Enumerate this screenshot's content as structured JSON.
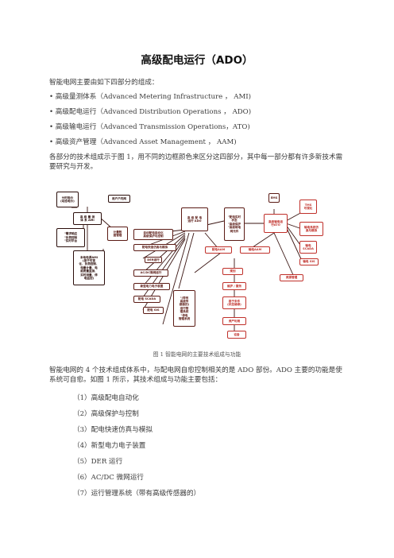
{
  "title": "高级配电运行（ADO）",
  "intro": "智能电网主要由如下四部分的组成：",
  "bullets": [
    "• 高级量测体系（Advanced Metering Infrastructure ， AMI)",
    "• 高级配电运行（Advanced Distribution Operations ， ADO)",
    "• 高级输电运行（Advanced Transmission Operations，ATO)",
    "• 高级资产管理（Advanced Asset Management ， AAM)"
  ],
  "para1": "各部分的技术组成示于图 1，用不同的边框颜色来区分这四部分，其中每一部分都有许多新技术需要研究与开发。",
  "diagram": {
    "boxes": [
      "分时电价\n(动态电价)",
      "用户户内网",
      "高 级 量 测\n体 系 AMI",
      "计量数\n据管理",
      "\"需求响应\n\"负荷控制\n\"实时平台",
      "本地电源AMI\n(基于可视\n化、负荷控制、\n电量计量、电\n能质量监测、\n实时测量、停\n电监控)",
      "高 级 配 电\n运行 ADO",
      "自动配电自动化\n高级保护与控制",
      "配电快速仿真与模拟",
      "DER运行",
      "AC/DC微网运行",
      "新型电力电子装置",
      "配电 SCADA",
      "配电 GIS",
      "\"配电实时\n状态\n\"高级保护\n\"高级继电\n网元件",
      "\"(带有\n高级传\n感器的)\n运行管\n理系统\n\"停电\n管理系统",
      "配电AAM",
      "输电AAM",
      "高级输电运\n行ATO",
      "EMS",
      "TMS\n可视化",
      "输电系统仿\n真与模拟",
      "输电\nSCADA",
      "输电 GIS",
      "资源管理",
      "规划",
      "维护 / 服务",
      "基于条件\n(状态维修)",
      "资产利用",
      "设备"
    ]
  },
  "caption": "图 1 智能电网的主要技术组成与功能",
  "para2": "智能电网的 4 个技术组成体系中，与配电网自愈控制相关的是 ADO 部份。ADO 主要的功能是使系统可自愈。如图 1 所示，其技术组成与功能主要包括：",
  "items": [
    "（1）高级配电自动化",
    "（2）高级保护与控制",
    "（3）配电快速仿真与模拟",
    "（4）新型电力电子装置",
    "（5）DER 运行",
    "（6）AC/DC 微网运行",
    "（7）运行管理系统（带有高级传感器的）"
  ]
}
